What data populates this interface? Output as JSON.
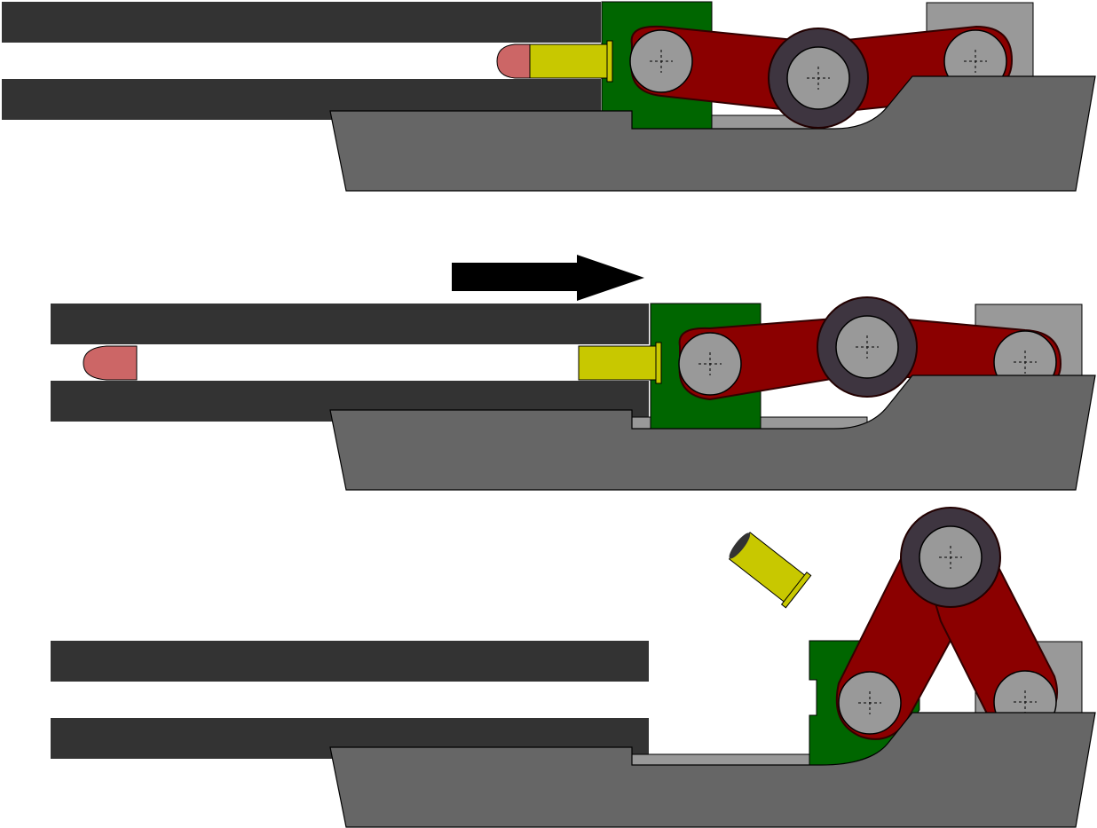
{
  "figure": {
    "panels": [
      {
        "id": "locked",
        "state": "breech-closed-cartridge-chambered"
      },
      {
        "id": "firing",
        "state": "bullet-fired-recoil",
        "arrow": "right"
      },
      {
        "id": "ejecting",
        "state": "toggle-broken-case-ejected"
      }
    ],
    "colors": {
      "barrel": "#333333",
      "frame": "#666666",
      "breech_block": "#006600",
      "toggle_link": "#8b0000",
      "toggle_hub": "#3e3540",
      "pin": "#999999",
      "cartridge_case": "#c8c800",
      "bullet": "#cc6666",
      "recoil_arrow": "#000000"
    },
    "icons": [
      "toggle-lock-mechanism",
      "cartridge-icon",
      "bullet-icon",
      "recoil-arrow-icon"
    ]
  }
}
